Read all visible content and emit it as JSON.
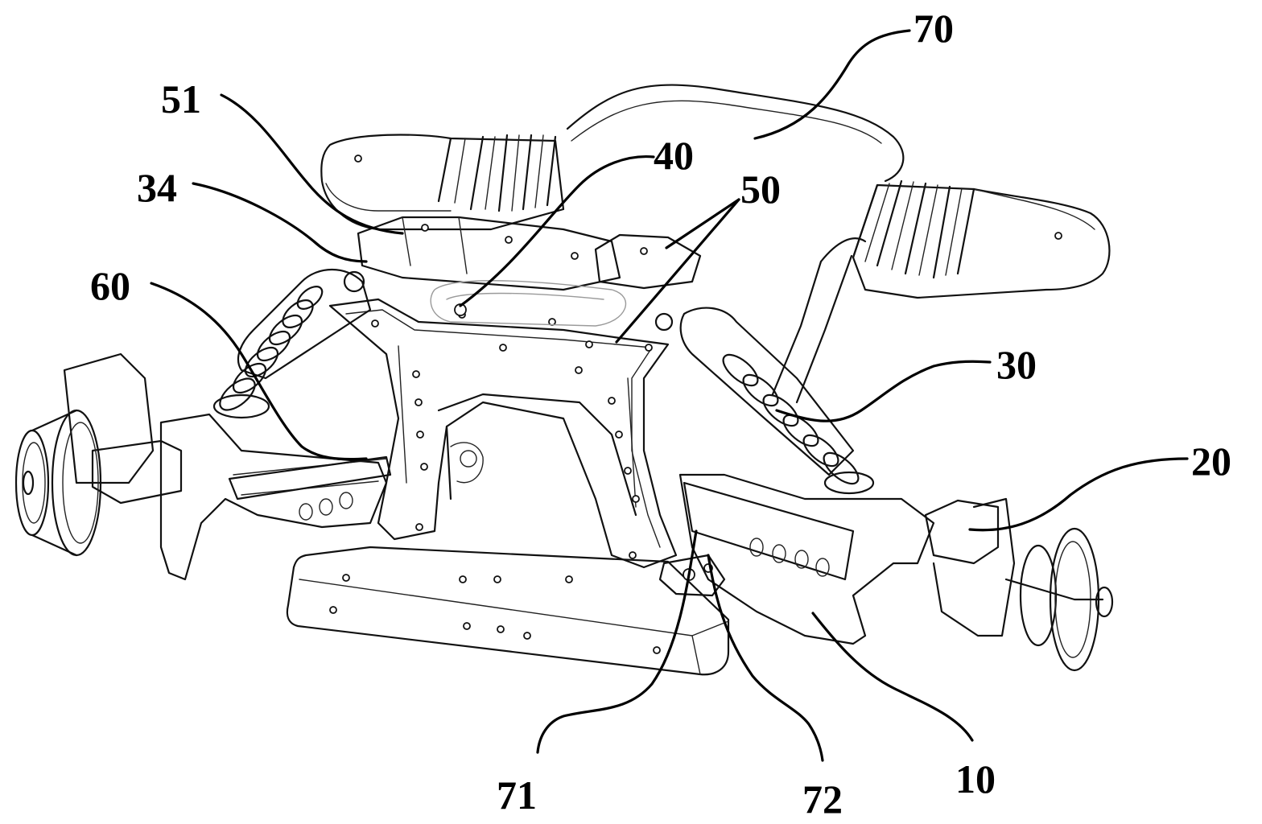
{
  "labels": {
    "l70": "70",
    "l51": "51",
    "l40": "40",
    "l50": "50",
    "l34": "34",
    "l60": "60",
    "l30": "30",
    "l20": "20",
    "l71": "71",
    "l72": "72",
    "l10": "10"
  }
}
